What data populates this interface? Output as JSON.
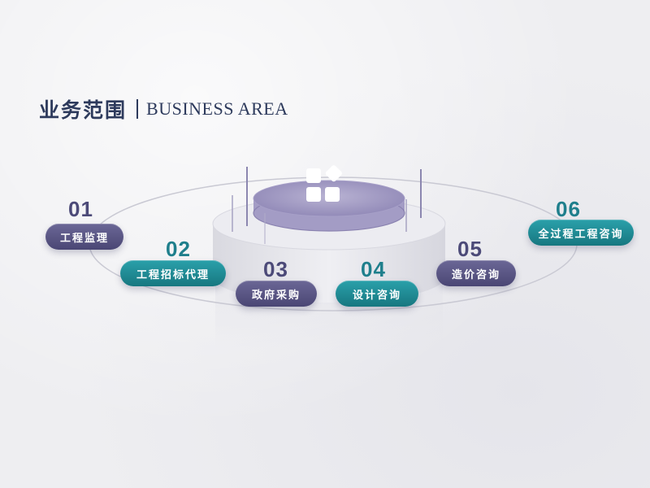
{
  "header": {
    "title_cn": "业务范围",
    "title_en": "BUSINESS AREA"
  },
  "items": [
    {
      "number": "01",
      "label": "工程监理",
      "color": "purple"
    },
    {
      "number": "02",
      "label": "工程招标代理",
      "color": "teal"
    },
    {
      "number": "03",
      "label": "政府采购",
      "color": "purple"
    },
    {
      "number": "04",
      "label": "设计咨询",
      "color": "teal"
    },
    {
      "number": "05",
      "label": "造价咨询",
      "color": "purple"
    },
    {
      "number": "06",
      "label": "全过程工程咨询",
      "color": "teal"
    }
  ],
  "colors": {
    "title": "#2d3a5c",
    "purple": "#4c4a78",
    "teal": "#1f7f8c"
  }
}
